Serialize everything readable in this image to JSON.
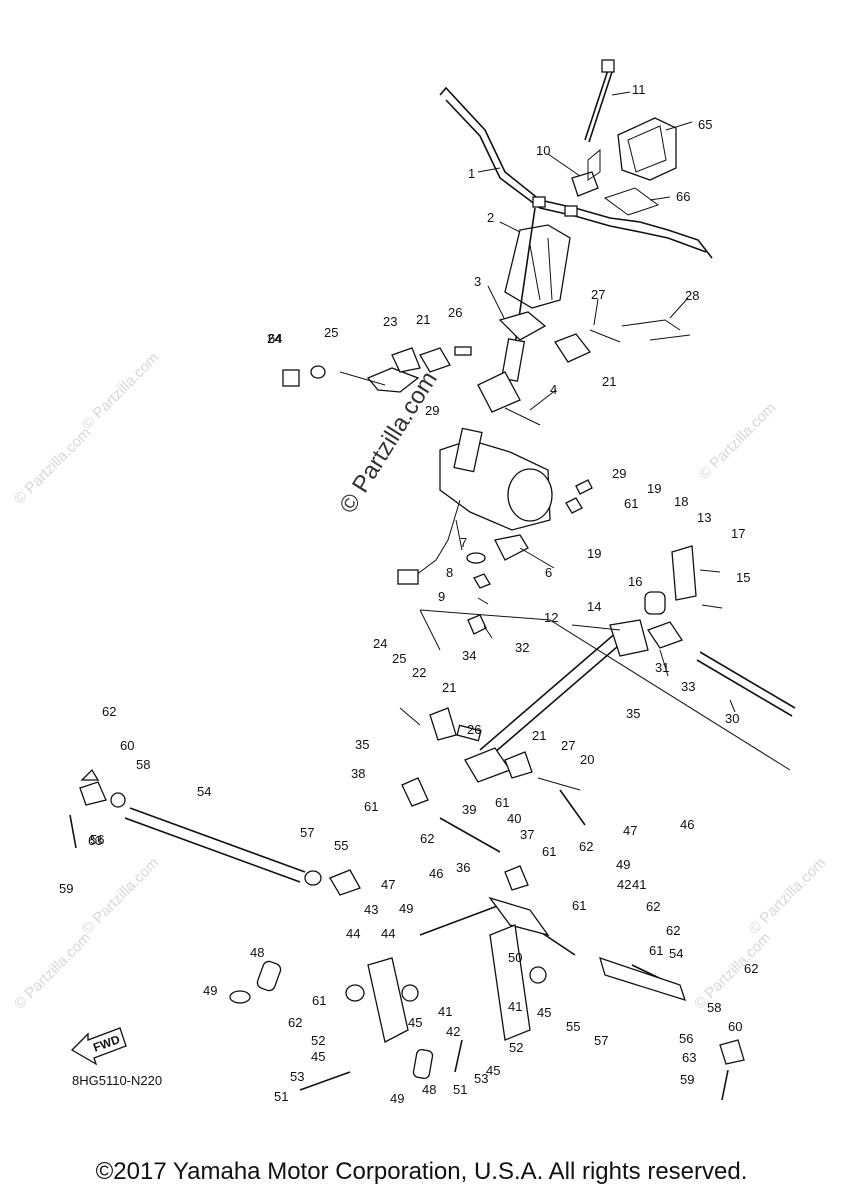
{
  "labels": [
    "1",
    "2",
    "3",
    "4",
    "6",
    "7",
    "8",
    "9",
    "10",
    "11",
    "12",
    "13",
    "14",
    "15",
    "16",
    "17",
    "18",
    "19",
    "19",
    "20",
    "21",
    "21",
    "21",
    "21",
    "22",
    "23",
    "24",
    "24",
    "25",
    "25",
    "26",
    "26",
    "27",
    "27",
    "28",
    "29",
    "29",
    "30",
    "31",
    "32",
    "33",
    "34",
    "35",
    "35",
    "36",
    "37",
    "38",
    "39",
    "40",
    "41",
    "41",
    "41",
    "42",
    "42",
    "43",
    "44",
    "44",
    "45",
    "45",
    "45",
    "45",
    "46",
    "46",
    "47",
    "47",
    "48",
    "48",
    "49",
    "49",
    "49",
    "49",
    "50",
    "51",
    "51",
    "52",
    "52",
    "53",
    "53",
    "54",
    "54",
    "55",
    "55",
    "56",
    "56",
    "57",
    "57",
    "58",
    "58",
    "59",
    "59",
    "60",
    "60",
    "61",
    "61",
    "61",
    "61",
    "61",
    "61",
    "61",
    "62",
    "62",
    "62",
    "62",
    "62",
    "62",
    "62",
    "63",
    "63",
    "64",
    "65",
    "66"
  ],
  "watermark": {
    "main": "© Partzilla.com",
    "faint": "© Partzilla.com"
  },
  "fwd_label": "FWD",
  "diagram_code": "8HG5110-N220",
  "footer": "©2017 Yamaha Motor Corporation, U.S.A. All rights reserved."
}
